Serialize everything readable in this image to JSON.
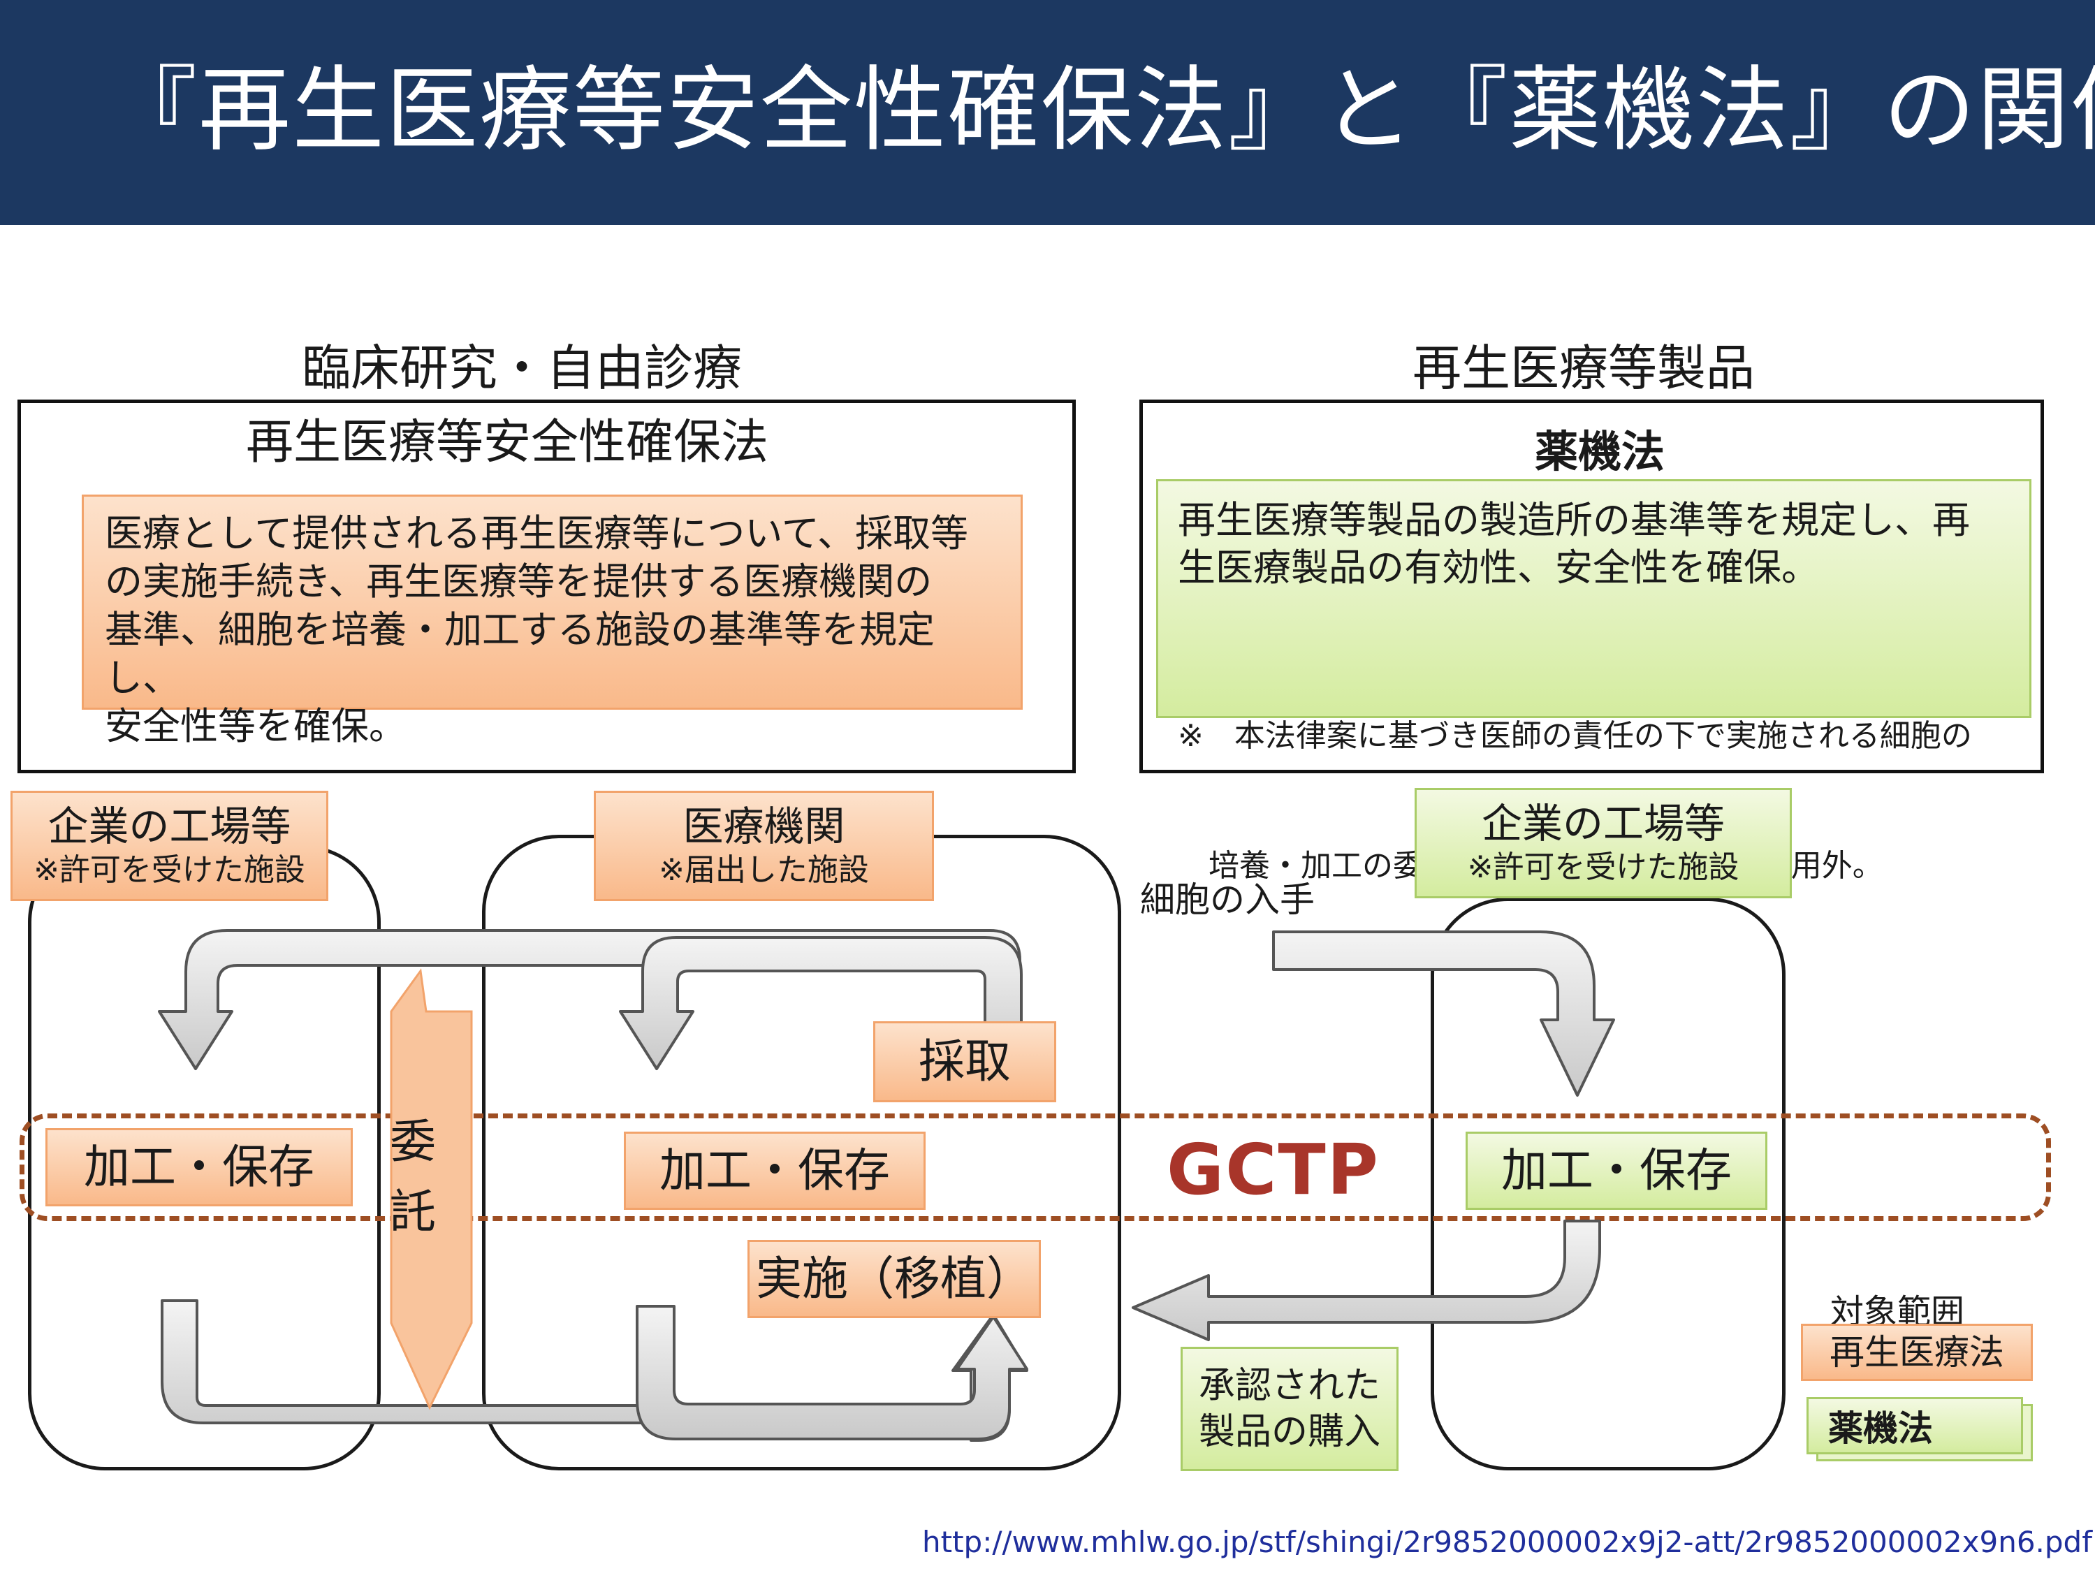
{
  "title": "『再生医療等安全性確保法』と『薬機法』の関係",
  "left": {
    "heading": "臨床研究・自由診療",
    "law_name": "再生医療等安全性確保法",
    "description": [
      "医療として提供される再生医療等について、採取等",
      "の実施手続き、再生医療等を提供する医療機関の",
      "基準、細胞を培養・加工する施設の基準等を規定し、",
      "安全性等を確保。"
    ]
  },
  "right": {
    "heading": "再生医療等製品",
    "law_name": "薬機法",
    "description": [
      "再生医療等製品の製造所の基準等を規定し、再",
      "生医療製品の有効性、安全性を確保。"
    ],
    "note": [
      "※　本法律案に基づき医師の責任の下で実施される細胞の",
      "　培養・加工の委託については、薬事法の適用外。"
    ]
  },
  "facilities": {
    "factory_left": {
      "name": "企業の工場等",
      "sub": "※許可を受けた施設"
    },
    "medical": {
      "name": "医療機関",
      "sub": "※届出した施設"
    },
    "factory_right": {
      "name": "企業の工場等",
      "sub": "※許可を受けた施設"
    }
  },
  "steps": {
    "collect": "採取",
    "consign": [
      "委",
      "託"
    ],
    "process_left": "加工・保存",
    "process_mid": "加工・保存",
    "process_right": "加工・保存",
    "transplant": "実施（移植）",
    "cell_acquire": "細胞の入手",
    "purchase": [
      "承認された",
      "製品の購入"
    ],
    "gctp": "GCTP"
  },
  "legend": {
    "title": "対象範囲",
    "regen_law": "再生医療法",
    "pmd_act": "薬機法"
  },
  "colors": {
    "title_bg": "#1c3861",
    "orange_border": "#f2a36b",
    "green_border": "#a9cc67",
    "gctp": "#a8352a",
    "band": "#9e4e23",
    "url": "#1f2e9c"
  },
  "source_url": "http://www.mhlw.go.jp/stf/shingi/2r9852000002x9j2-att/2r9852000002x9n6.pdf"
}
